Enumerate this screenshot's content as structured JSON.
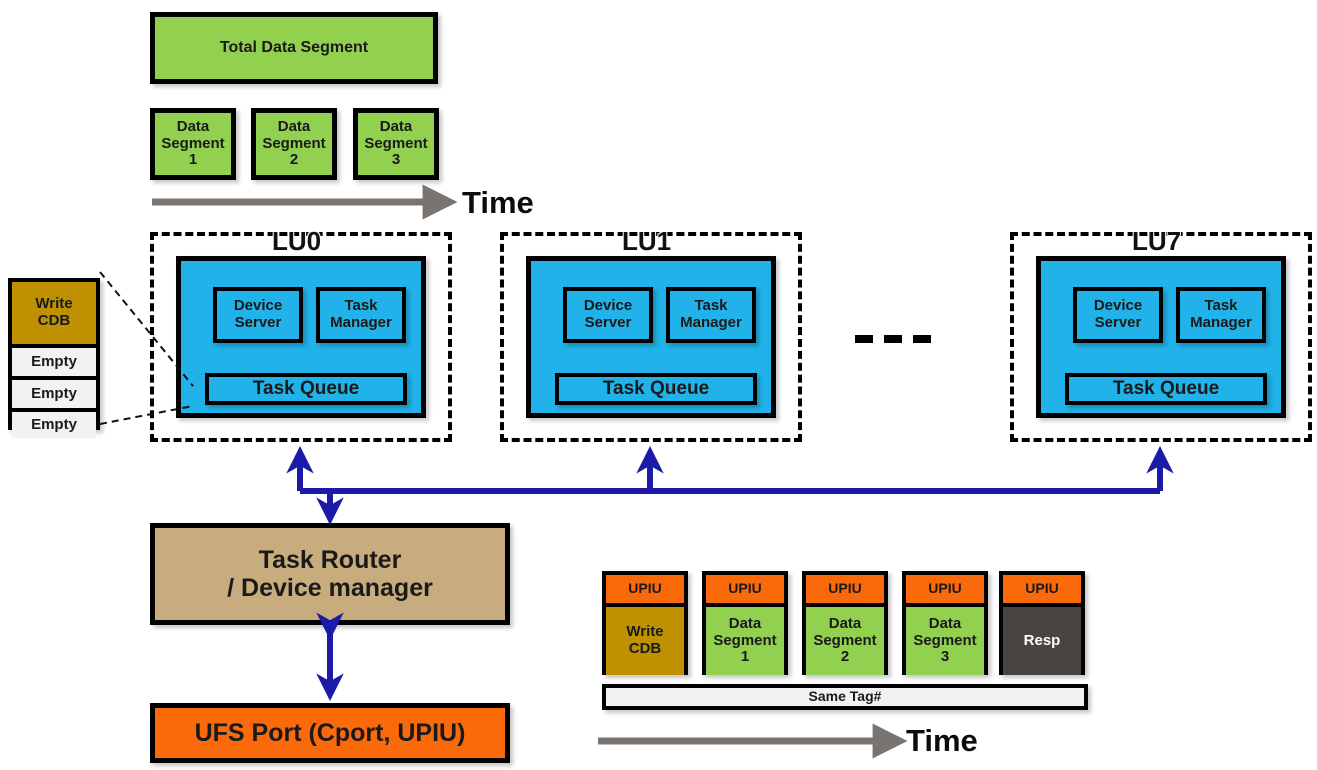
{
  "diagram": {
    "title": "UFS Logical Unit / Task Router architecture with UPIU write sequence",
    "colors": {
      "green": "#92D050",
      "cyan": "#20B2E8",
      "gold": "#BF9000",
      "tan": "#C8AC7D",
      "orange": "#FA6A0A",
      "grey": "#494441",
      "white": "#F2F2F2",
      "arrow_blue": "#1B1BA8",
      "arrow_grey": "#7A736E",
      "outline": "#000000"
    }
  },
  "data_segments": {
    "total_label": "Total Data Segment",
    "segments": [
      {
        "line1": "Data",
        "line2": "Segment",
        "line3": "1"
      },
      {
        "line1": "Data",
        "line2": "Segment",
        "line3": "2"
      },
      {
        "line1": "Data",
        "line2": "Segment",
        "line3": "3"
      }
    ]
  },
  "time_axis_top": {
    "label": "Time"
  },
  "time_axis_bottom": {
    "label": "Time"
  },
  "task_queue_detail": {
    "slots": [
      {
        "line1": "Write",
        "line2": "CDB",
        "state": "filled"
      },
      {
        "line1": "Empty",
        "line2": "",
        "state": "empty"
      },
      {
        "line1": "Empty",
        "line2": "",
        "state": "empty"
      },
      {
        "line1": "Empty",
        "line2": "",
        "state": "empty"
      }
    ]
  },
  "logical_units": [
    {
      "name": "LU0",
      "device_server": {
        "line1": "Device",
        "line2": "Server"
      },
      "task_manager": {
        "line1": "Task",
        "line2": "Manager"
      },
      "task_queue": "Task Queue"
    },
    {
      "name": "LU1",
      "device_server": {
        "line1": "Device",
        "line2": "Server"
      },
      "task_manager": {
        "line1": "Task",
        "line2": "Manager"
      },
      "task_queue": "Task Queue"
    },
    {
      "name": "LU7",
      "device_server": {
        "line1": "Device",
        "line2": "Server"
      },
      "task_manager": {
        "line1": "Task",
        "line2": "Manager"
      },
      "task_queue": "Task Queue"
    }
  ],
  "ellipsis": {
    "label": ""
  },
  "task_router": {
    "line1": "Task Router",
    "line2": "/ Device manager"
  },
  "ufs_port": {
    "label": "UFS Port (Cport, UPIU)"
  },
  "upiu_sequence": {
    "header_label": "UPIU",
    "frames": [
      {
        "header": "UPIU",
        "body_line1": "Write",
        "body_line2": "CDB",
        "body_line3": "",
        "color": "gold"
      },
      {
        "header": "UPIU",
        "body_line1": "Data",
        "body_line2": "Segment",
        "body_line3": "1",
        "color": "green"
      },
      {
        "header": "UPIU",
        "body_line1": "Data",
        "body_line2": "Segment",
        "body_line3": "2",
        "color": "green"
      },
      {
        "header": "UPIU",
        "body_line1": "Data",
        "body_line2": "Segment",
        "body_line3": "3",
        "color": "green"
      },
      {
        "header": "UPIU",
        "body_line1": "Resp",
        "body_line2": "",
        "body_line3": "",
        "color": "grey"
      }
    ],
    "tag_bar": "Same Tag#"
  }
}
